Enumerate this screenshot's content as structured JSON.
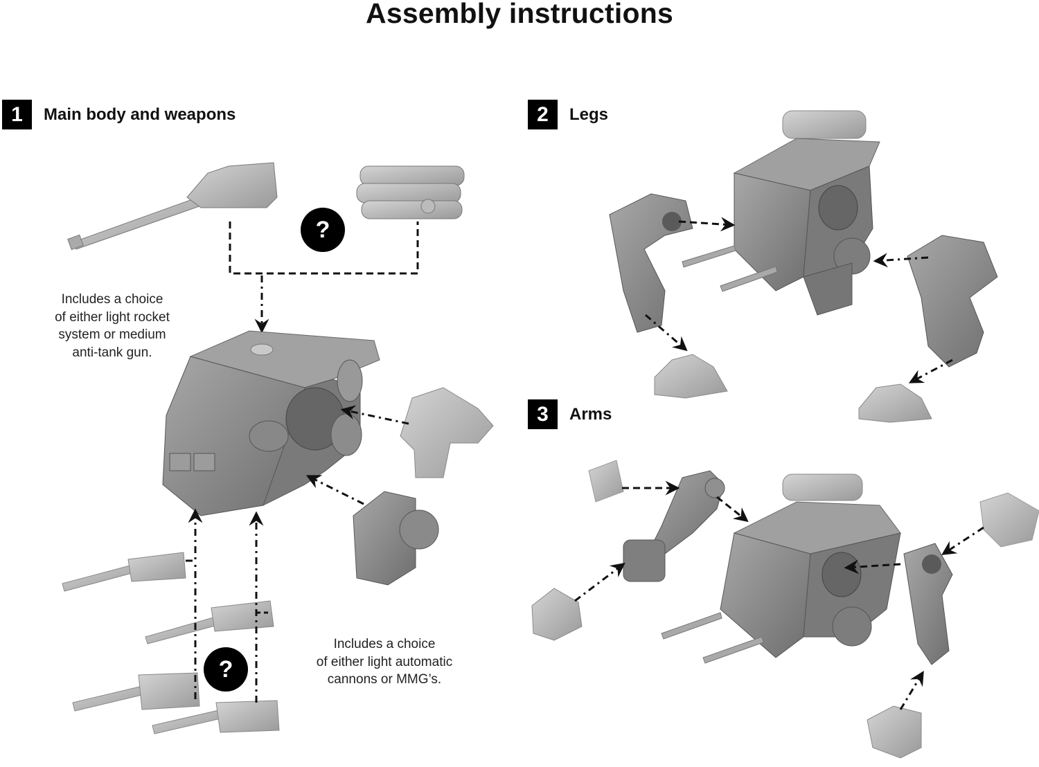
{
  "title": "Assembly instructions",
  "steps": [
    {
      "number": "1",
      "label": "Main body and weapons"
    },
    {
      "number": "2",
      "label": "Legs"
    },
    {
      "number": "3",
      "label": "Arms"
    }
  ],
  "notes": {
    "turret_choice": [
      "Includes a choice",
      "of either light rocket",
      "system or medium",
      "anti-tank gun."
    ],
    "weapon_choice": [
      "Includes a choice",
      "of either light automatic",
      "cannons or MMG’s."
    ]
  },
  "choice_badge": "?",
  "colors": {
    "part_gray": "#8e8e8e",
    "part_light": "#b9b9b9",
    "part_dark": "#5e5e5e",
    "arrow": "#111111",
    "badge": "#000000"
  }
}
